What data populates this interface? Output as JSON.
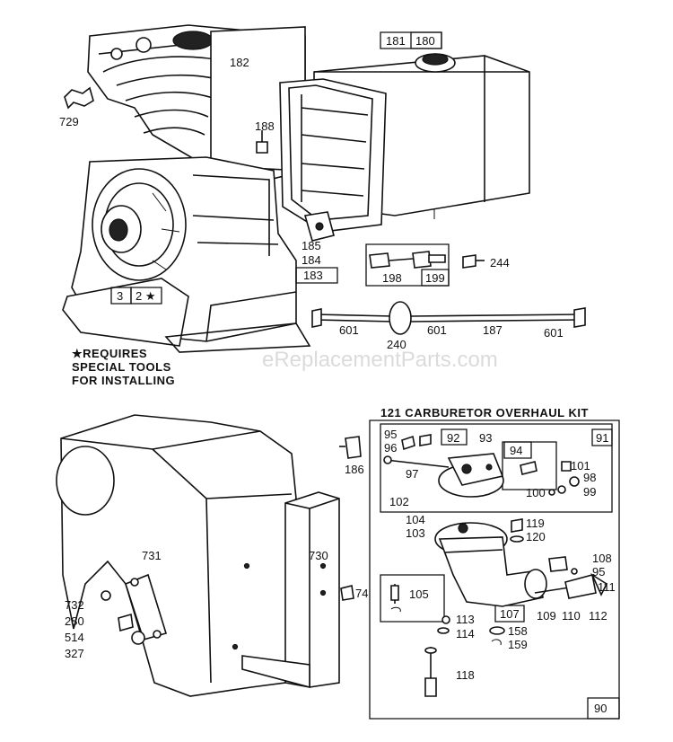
{
  "note": {
    "line1": "★REQUIRES",
    "line2": "SPECIAL TOOLS",
    "line3": "FOR INSTALLING"
  },
  "watermark": "eReplacementParts.com",
  "kit_title": "121 CARBURETOR OVERHAUL KIT",
  "labels": {
    "p729": "729",
    "p182": "182",
    "p188": "188",
    "p181": "181",
    "p180": "180",
    "p185": "185",
    "p184": "184",
    "p183": "183",
    "p198": "198",
    "p199": "199",
    "p244": "244",
    "p601a": "601",
    "p240": "240",
    "p601b": "601",
    "p187": "187",
    "p601c": "601",
    "p3": "3",
    "p2": "2 ★",
    "p186": "186",
    "p731": "731",
    "p730": "730",
    "p74": "74",
    "p732": "732",
    "p280": "280",
    "p514": "514",
    "p327": "327",
    "p95a": "95",
    "p96": "96",
    "p92": "92",
    "p93": "93",
    "p91": "91",
    "p94": "94",
    "p97": "97",
    "p101": "101",
    "p98": "98",
    "p99": "99",
    "p100": "100",
    "p102": "102",
    "p104": "104",
    "p103": "103",
    "p119": "119",
    "p120": "120",
    "p108": "108",
    "p95b": "95",
    "p111": "111",
    "p105": "105",
    "p107": "107",
    "p109": "109",
    "p110": "110",
    "p112": "112",
    "p113": "113",
    "p114": "114",
    "p158": "158",
    "p159": "159",
    "p118": "118",
    "p90": "90"
  }
}
